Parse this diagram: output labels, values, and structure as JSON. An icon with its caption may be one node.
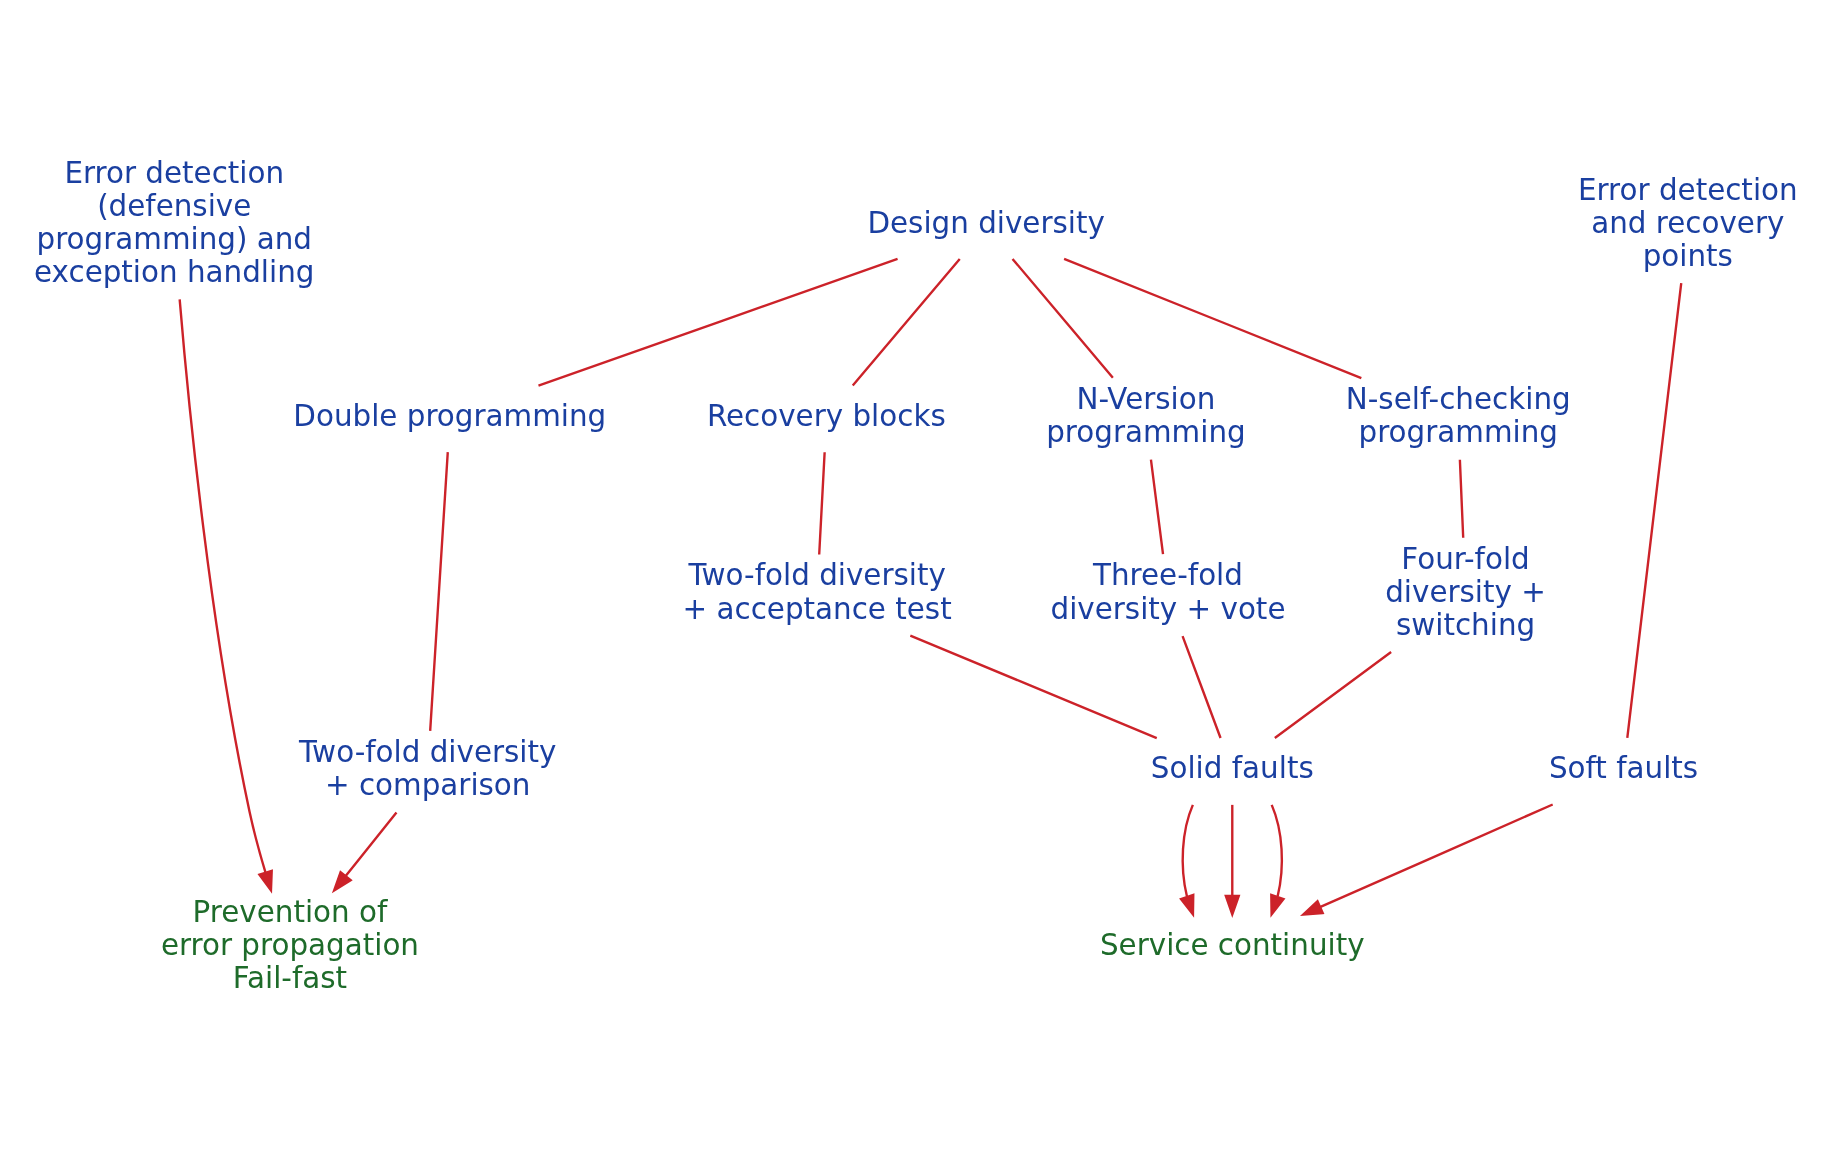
{
  "diagram": {
    "nodes": [
      {
        "text": [
          "Error detection (defensive programming) and exception handling"
        ]
      },
      {
        "text": [
          "Error detection and recovery points"
        ]
      },
      {
        "text": [
          "Design diversity"
        ]
      },
      {
        "text": [
          "Double programming"
        ]
      },
      {
        "text": [
          "Recovery blocks"
        ]
      },
      {
        "text": [
          "N-Version programming"
        ]
      },
      {
        "text": [
          "N-self-checking programming"
        ]
      },
      {
        "text": [
          "Two-fold diversity + comparison"
        ]
      },
      {
        "text": [
          "Two-fold diversity + acceptance test"
        ]
      },
      {
        "text": [
          "Three-fold diversity + vote"
        ]
      },
      {
        "text": [
          "Four-fold diversity + switching"
        ]
      },
      {
        "text": [
          "Soft faults"
        ]
      },
      {
        "text": [
          "Solid faults"
        ]
      },
      {
        "text": [
          "Prevention of error propagation",
          "Fail-fast"
        ]
      },
      {
        "text": [
          "Service continuity"
        ]
      }
    ],
    "edges": [
      {
        "from": 2,
        "to": 3,
        "arrow": "none"
      },
      {
        "from": 2,
        "to": 4,
        "arrow": "none"
      },
      {
        "from": 2,
        "to": 5,
        "arrow": "none"
      },
      {
        "from": 2,
        "to": 6,
        "arrow": "none"
      },
      {
        "from": 3,
        "to": 7,
        "arrow": "none"
      },
      {
        "from": 4,
        "to": 8,
        "arrow": "none"
      },
      {
        "from": 5,
        "to": 9,
        "arrow": "none"
      },
      {
        "from": 6,
        "to": 10,
        "arrow": "none"
      },
      {
        "from": 0,
        "to": 13,
        "arrow": "to"
      },
      {
        "from": 7,
        "to": 13,
        "arrow": "to"
      },
      {
        "from": 1,
        "to": 11,
        "arrow": "none"
      },
      {
        "from": 8,
        "to": 12,
        "arrow": "none"
      },
      {
        "from": 9,
        "to": 12,
        "arrow": "none"
      },
      {
        "from": 10,
        "to": 12,
        "arrow": "none"
      },
      {
        "from": 11,
        "to": 14,
        "arrow": "to"
      },
      {
        "from": 12,
        "to": 14,
        "arrow": "to"
      },
      {
        "from": 12,
        "to": 14,
        "arrow": "to"
      },
      {
        "from": 12,
        "to": 14,
        "arrow": "to"
      }
    ]
  }
}
